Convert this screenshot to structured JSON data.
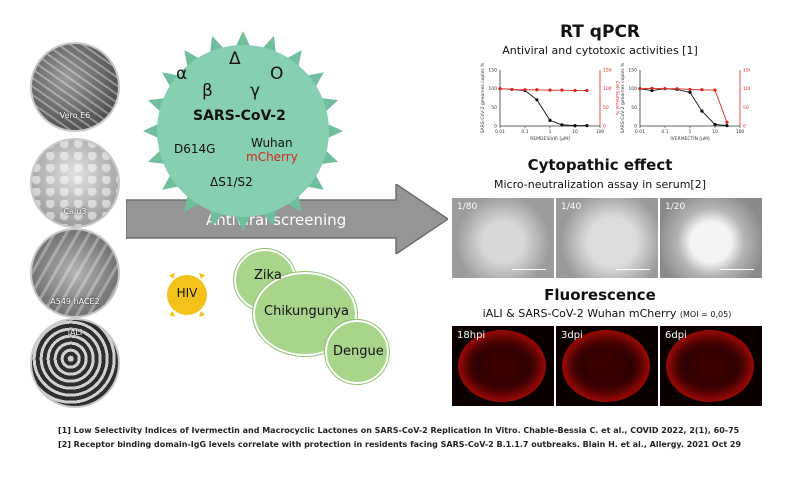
{
  "cells": [
    {
      "name": "Vero E6"
    },
    {
      "name": "Calu3"
    },
    {
      "name": "A549 hACE2"
    },
    {
      "name": "iALI"
    }
  ],
  "virus": {
    "greek": [
      "α",
      "Δ",
      "β",
      "γ",
      "O"
    ],
    "name": "SARS-CoV-2",
    "mutation": "D614G",
    "strain": "Wuhan",
    "reporter": "mCherry",
    "deletion": "ΔS1/S2",
    "body_color": "#86cfb0",
    "reporter_color": "#d0281d"
  },
  "arrow_label": "Antiviral screening",
  "other_viruses": {
    "hiv": "HIV",
    "zika": "Zika",
    "chikungunya": "Chikungunya",
    "dengue": "Dengue"
  },
  "rtqpcr": {
    "title": "RT qPCR",
    "subtitle": "Antiviral and cytotoxic activities [1]"
  },
  "chart_data": [
    {
      "type": "line",
      "xlabel": "REMDESIVIR [µM]",
      "ylabel": "SARS-CoV-2 genomes copies %",
      "y2label": "Cell Survival %",
      "xscale": "log",
      "xticks": [
        "0.01",
        "0.1",
        "1",
        "10",
        "100"
      ],
      "yticks": [
        "0",
        "50",
        "100",
        "150"
      ],
      "ylim": [
        0,
        150
      ],
      "series": [
        {
          "x": [
            0.01,
            0.03,
            0.1,
            0.3,
            1,
            3,
            10,
            30
          ],
          "values": [
            100,
            98,
            95,
            70,
            15,
            3,
            1,
            1
          ]
        },
        {
          "x": [
            0.01,
            0.03,
            0.1,
            0.3,
            1,
            3,
            10,
            30
          ],
          "values": [
            100,
            98,
            97,
            97,
            96,
            96,
            95,
            95
          ]
        }
      ]
    },
    {
      "type": "line",
      "xlabel": "IVERMECTIN [µM]",
      "ylabel": "SARS-CoV-2 genomes copies %",
      "y2label": "Cell Survival %",
      "xscale": "log",
      "xticks": [
        "0.01",
        "0.1",
        "1",
        "10",
        "100"
      ],
      "yticks": [
        "0",
        "50",
        "100",
        "150"
      ],
      "ylim": [
        0,
        150
      ],
      "series": [
        {
          "x": [
            0.01,
            0.03,
            0.1,
            0.3,
            1,
            3,
            10,
            30
          ],
          "values": [
            100,
            95,
            100,
            98,
            90,
            40,
            4,
            1
          ]
        },
        {
          "x": [
            0.01,
            0.03,
            0.1,
            0.3,
            1,
            3,
            10,
            30
          ],
          "values": [
            100,
            101,
            100,
            100,
            98,
            97,
            96,
            10
          ]
        }
      ]
    }
  ],
  "cpe": {
    "title": "Cytopathic effect",
    "subtitle": "Micro-neutralization assay in serum[2]",
    "panels": [
      "1/80",
      "1/40",
      "1/20"
    ]
  },
  "fluorescence": {
    "title": "Fluorescence",
    "subtitle": "iALI & SARS-CoV-2 Wuhan mCherry",
    "moi": "(MOI = 0,05)",
    "panels": [
      "18hpi",
      "3dpi",
      "6dpi"
    ]
  },
  "references": [
    "[1] Low Selectivity Indices of Ivermectin and Macrocyclic Lactones on SARS-CoV-2 Replication In Vitro. Chable-Bessia C. et al., COVID 2022, 2(1), 60-75",
    "[2] Receptor binding domain-IgG levels correlate with protection in residents facing SARS-CoV-2 B.1.1.7 outbreaks. Blain H. et al., Allergy. 2021 Oct 29"
  ]
}
